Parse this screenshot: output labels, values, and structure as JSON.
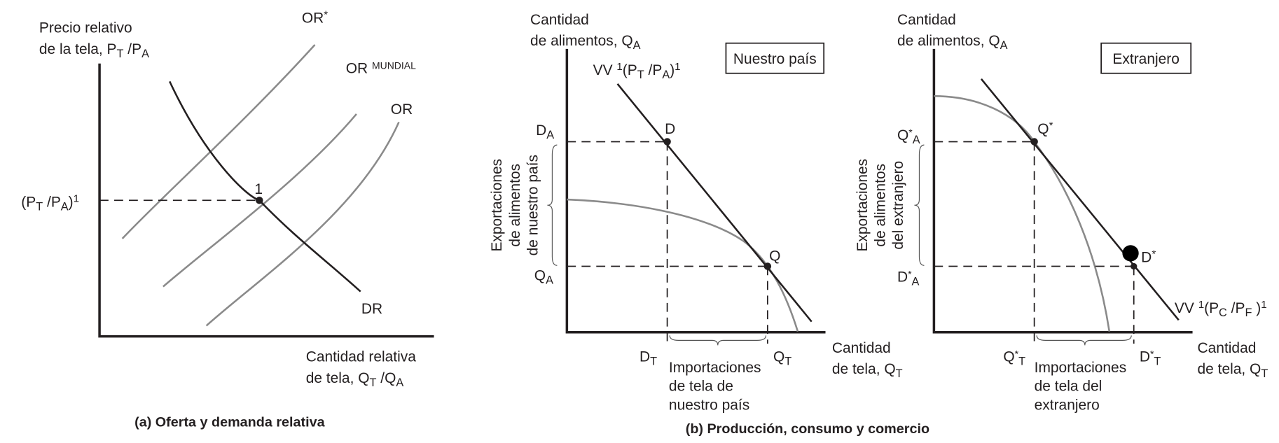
{
  "panel_a": {
    "y_label": [
      [
        [
          "Precio relativo",
          "n"
        ]
      ],
      [
        [
          "de la tela, P",
          "n"
        ],
        [
          "T",
          "sub"
        ],
        [
          " /P",
          "n"
        ],
        [
          "A",
          "sub"
        ]
      ]
    ],
    "x_label": [
      [
        [
          "Cantidad relativa",
          "n"
        ]
      ],
      [
        [
          "de tela, Q",
          "n"
        ],
        [
          "T",
          "sub"
        ],
        [
          " /Q",
          "n"
        ],
        [
          "A",
          "sub"
        ]
      ]
    ],
    "curve_or_star": [
      [
        "OR",
        "n"
      ],
      [
        "*",
        "sup"
      ]
    ],
    "curve_or_mundial": [
      [
        "OR ",
        "n"
      ],
      [
        "MUNDIAL",
        "supsmall"
      ]
    ],
    "curve_or": [
      [
        "OR",
        "n"
      ]
    ],
    "curve_dr": [
      [
        "DR",
        "n"
      ]
    ],
    "point_1": [
      [
        "1",
        "n"
      ]
    ],
    "price_level": [
      [
        "(P",
        "n"
      ],
      [
        "T",
        "sub"
      ],
      [
        " /P",
        "n"
      ],
      [
        "A",
        "sub"
      ],
      [
        ")",
        "n"
      ],
      [
        "1",
        "sup"
      ]
    ],
    "caption": "(a) Oferta y demanda relativa"
  },
  "panel_b": {
    "caption": "(b) Producción, consumo y comercio",
    "home": {
      "box": "Nuestro país",
      "y_label": [
        [
          [
            "Cantidad",
            "n"
          ]
        ],
        [
          [
            "de alimentos, Q",
            "n"
          ],
          [
            "A",
            "sub"
          ]
        ]
      ],
      "x_label": [
        [
          [
            "Cantidad",
            "n"
          ]
        ],
        [
          [
            "de tela, Q",
            "n"
          ],
          [
            "T",
            "sub"
          ]
        ]
      ],
      "budget_line": [
        [
          "VV ",
          "n"
        ],
        [
          "1",
          "sup"
        ],
        [
          "(P",
          "n"
        ],
        [
          "T",
          "sub"
        ],
        [
          " /P",
          "n"
        ],
        [
          "A",
          "sub"
        ],
        [
          ")",
          "n"
        ],
        [
          "1",
          "sup"
        ]
      ],
      "point_d": [
        [
          "D",
          "n"
        ]
      ],
      "point_q": [
        [
          "Q",
          "n"
        ]
      ],
      "tick_da": [
        [
          "D",
          "n"
        ],
        [
          "A",
          "sub"
        ]
      ],
      "tick_qa": [
        [
          "Q",
          "n"
        ],
        [
          "A",
          "sub"
        ]
      ],
      "tick_dt": [
        [
          "D",
          "n"
        ],
        [
          "T",
          "sub"
        ]
      ],
      "tick_qt": [
        [
          "Q",
          "n"
        ],
        [
          "T",
          "sub"
        ]
      ],
      "exports": [
        "Exportaciones",
        "de alimentos",
        "de nuestro país"
      ],
      "imports": [
        "Importaciones",
        "de tela de",
        "nuestro país"
      ]
    },
    "foreign": {
      "box": "Extranjero",
      "y_label": [
        [
          [
            "Cantidad",
            "n"
          ]
        ],
        [
          [
            "de alimentos, Q",
            "n"
          ],
          [
            "A",
            "sub"
          ]
        ]
      ],
      "x_label": [
        [
          [
            "Cantidad",
            "n"
          ]
        ],
        [
          [
            "de tela, Q",
            "n"
          ],
          [
            "T",
            "sub"
          ]
        ]
      ],
      "budget_line": [
        [
          "VV ",
          "n"
        ],
        [
          "1",
          "sup"
        ],
        [
          "(P",
          "n"
        ],
        [
          "C",
          "sub"
        ],
        [
          " /P",
          "n"
        ],
        [
          "F",
          "sub"
        ],
        [
          " )",
          "n"
        ],
        [
          "1",
          "sup"
        ]
      ],
      "point_q": [
        [
          "Q",
          "n"
        ],
        [
          "*",
          "sup"
        ]
      ],
      "point_d": [
        [
          "D",
          "n"
        ],
        [
          "*",
          "sup"
        ]
      ],
      "tick_qa": [
        [
          "Q",
          "n"
        ],
        [
          "*",
          "supsmall"
        ],
        [
          "A",
          "sub"
        ]
      ],
      "tick_da": [
        [
          "D",
          "n"
        ],
        [
          "*",
          "supsmall"
        ],
        [
          "A",
          "sub"
        ]
      ],
      "tick_qt": [
        [
          "Q",
          "n"
        ],
        [
          "*",
          "supsmall"
        ],
        [
          "T",
          "sub"
        ]
      ],
      "tick_dt": [
        [
          "D",
          "n"
        ],
        [
          "*",
          "supsmall"
        ],
        [
          "T",
          "sub"
        ]
      ],
      "exports": [
        "Exportaciones",
        "de alimentos",
        "del extranjero"
      ],
      "imports": [
        "Importaciones",
        "de tela del",
        "extranjero"
      ]
    }
  }
}
